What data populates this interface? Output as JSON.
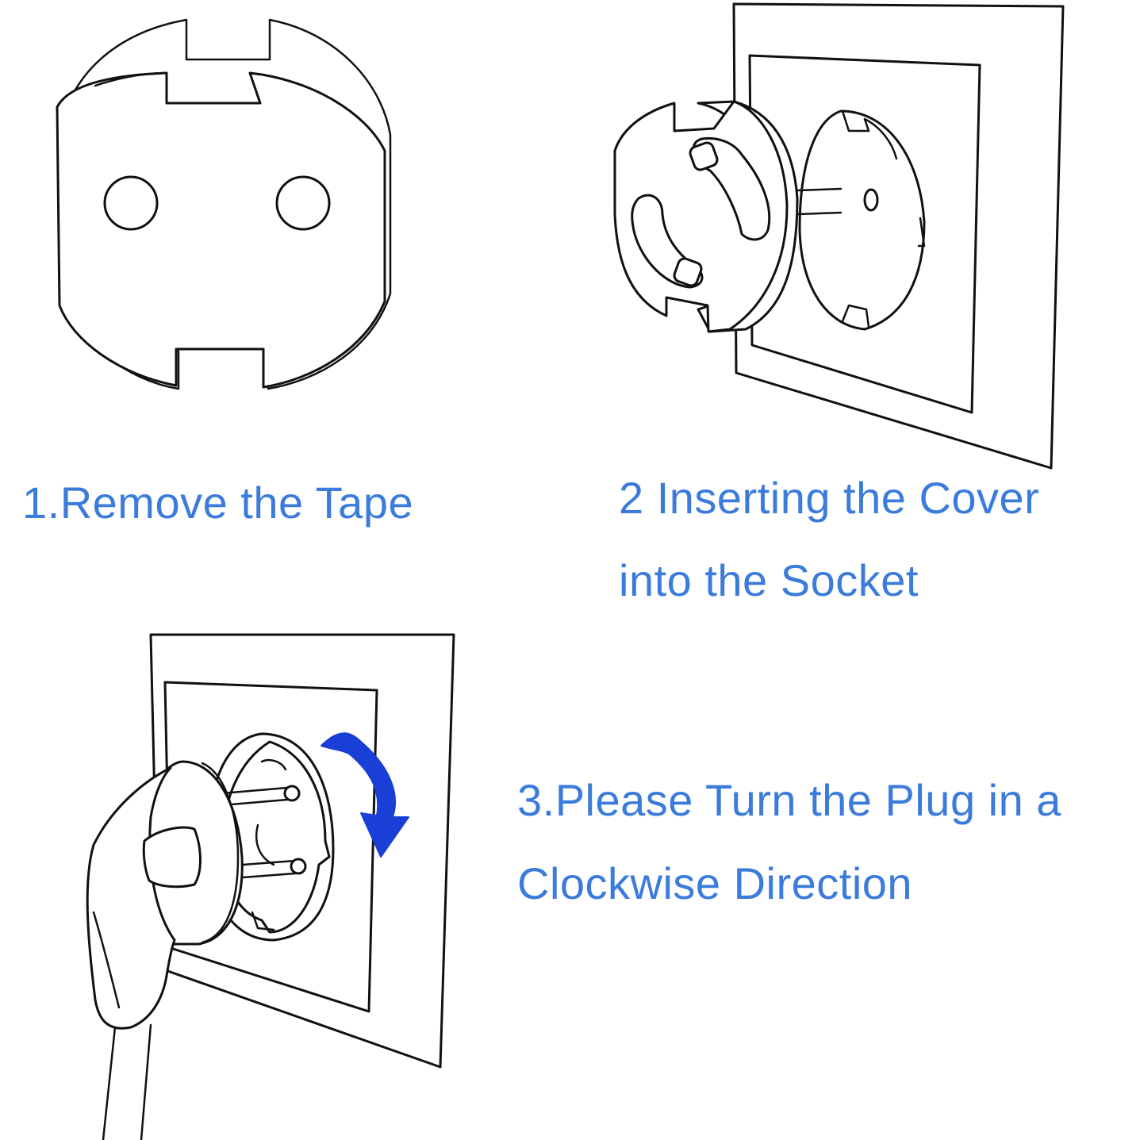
{
  "steps": [
    {
      "id": "step-1",
      "text": "1.Remove the Tape"
    },
    {
      "id": "step-2",
      "line1": "2 Inserting the Cover",
      "line2": "into the Socket"
    },
    {
      "id": "step-3",
      "line1": "3.Please Turn the Plug in a",
      "line2": "Clockwise Direction"
    }
  ],
  "colors": {
    "label_text": "#3b7bdb",
    "arrow": "#1a3fd6",
    "line": "#111111",
    "background": "#ffffff"
  },
  "icons": {
    "step1": "socket-cover-icon",
    "step2": "inserting-cover-illustration",
    "step3": "plug-rotation-illustration",
    "arrow": "clockwise-arrow-icon"
  }
}
